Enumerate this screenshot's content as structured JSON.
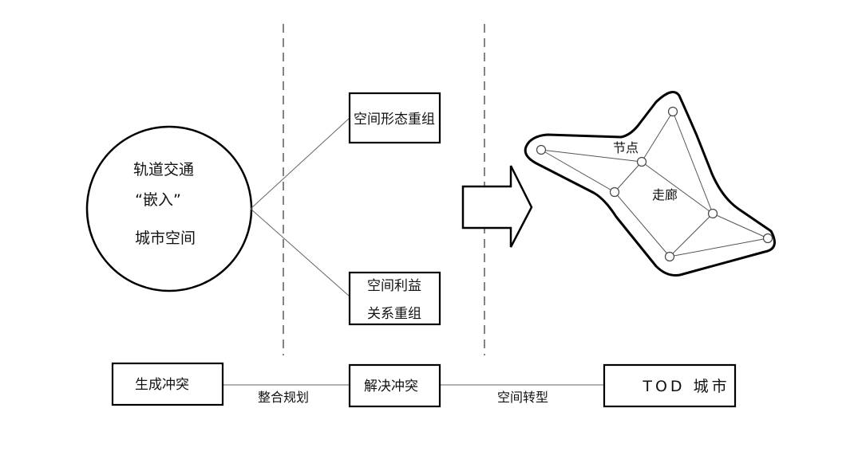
{
  "circle": {
    "line1": "轨道交通",
    "line2": "“嵌入”",
    "line3": "城市空间"
  },
  "boxes": {
    "spatial_form": "空间形态重组",
    "interest_line1": "空间利益",
    "interest_line2": "关系重组",
    "generate_conflict": "生成冲突",
    "resolve_conflict": "解决冲突",
    "tod_city": "TOD 城市"
  },
  "connectors": {
    "integrated_planning": "整合规划",
    "spatial_transition": "空间转型"
  },
  "network": {
    "node_label": "节点",
    "corridor_label": "走廊"
  }
}
